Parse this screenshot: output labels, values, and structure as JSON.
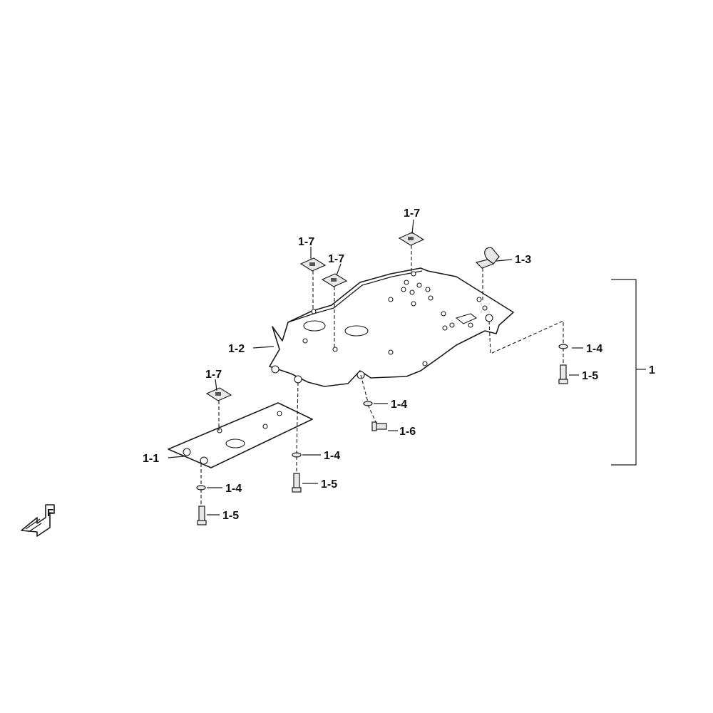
{
  "callouts": {
    "assembly": "1",
    "front_plate": "1-1",
    "main_plate": "1-2",
    "clip": "1-3",
    "washer": "1-4",
    "bolt": "1-5",
    "bolt_short": "1-6",
    "nut_clip": "1-7"
  },
  "direction_marker": {
    "letter": "F",
    "icon": "front-direction-arrow-icon"
  },
  "colors": {
    "line": "#1a1a1a",
    "background": "#ffffff"
  }
}
